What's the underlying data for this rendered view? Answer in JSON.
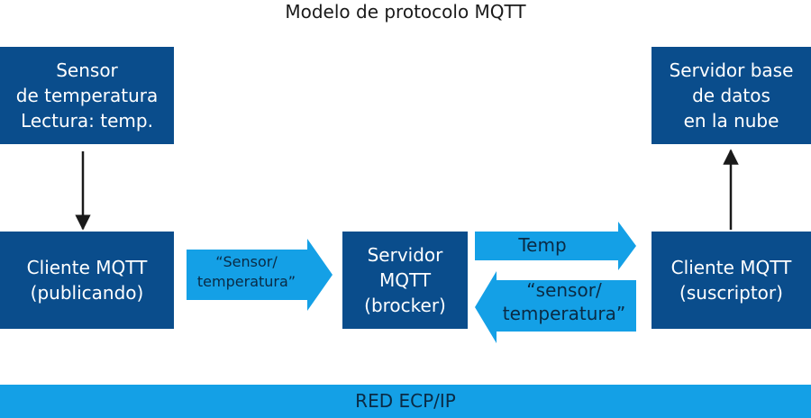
{
  "title": "Modelo de protocolo MQTT",
  "nodes": {
    "sensor": [
      "Sensor",
      "de temperatura",
      "Lectura: temp."
    ],
    "database": [
      "Servidor base",
      "de datos",
      "en la nube"
    ],
    "client_publisher": [
      "Cliente MQTT",
      "(publicando)"
    ],
    "broker": [
      "Servidor",
      "MQTT",
      "(brocker)"
    ],
    "client_subscriber": [
      "Cliente MQTT",
      "(suscriptor)"
    ]
  },
  "arrows": {
    "publish_topic": [
      "“Sensor/",
      "temperatura”"
    ],
    "temp": "Temp",
    "subscribe_topic": [
      "“sensor/",
      "temperatura”"
    ]
  },
  "network": "RED ECP/IP",
  "colors": {
    "box": "#0a4d8c",
    "arrow": "#14a0e6",
    "network_bar": "#14a0e6"
  }
}
